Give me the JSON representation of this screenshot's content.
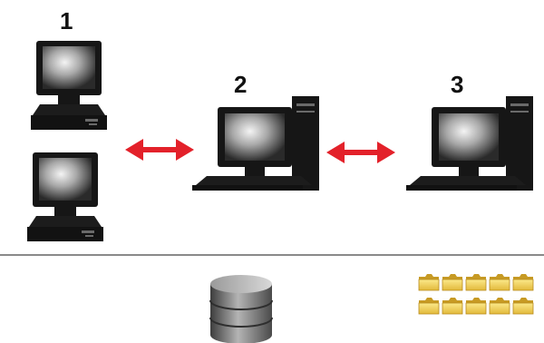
{
  "labels": {
    "tier_1": "1",
    "tier_2": "2",
    "tier_3": "3"
  },
  "colors": {
    "arrow": "#e3212a",
    "device_body": "#1a1a1a",
    "screen_glow": "#e8e8e8",
    "divider": "#8a8a8a",
    "database": "#6e6e6e",
    "folder": "#f2d04a"
  },
  "icons": [
    "desktop-monitor-icon",
    "tower-computer-icon",
    "double-arrow-icon",
    "database-icon",
    "folder-icon"
  ],
  "folder_rows": 2,
  "folders_per_row": 5
}
